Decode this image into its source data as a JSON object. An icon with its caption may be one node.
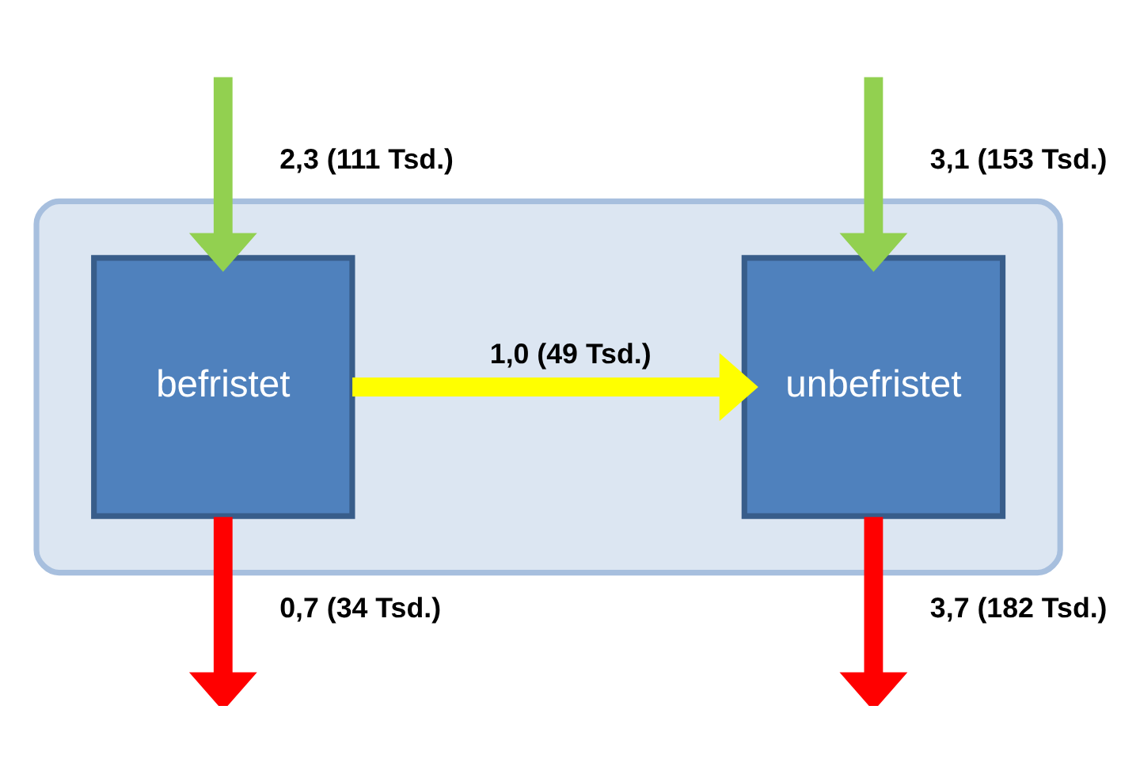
{
  "diagram": {
    "nodes": [
      {
        "text": [],
        "shape": "ellipse"
      },
      {
        "text": [
          "befristet"
        ],
        "in": 0
      },
      {
        "text": [
          "unbefristet"
        ],
        "in": 0
      }
    ],
    "edges": [
      {
        "from": null,
        "to": 1,
        "arrow": "to",
        "label": "2,3 (111 Tsd.)",
        "color": "#92d050"
      },
      {
        "from": null,
        "to": 2,
        "arrow": "to",
        "label": "3,1 (153 Tsd.)",
        "color": "#92d050"
      },
      {
        "from": 1,
        "to": 2,
        "arrow": "to",
        "label": "1,0 (49 Tsd.)",
        "color": "#ffff00"
      },
      {
        "from": 1,
        "to": null,
        "arrow": "to",
        "label": "0,7 (34 Tsd.)",
        "color": "#ff0000"
      },
      {
        "from": 2,
        "to": null,
        "arrow": "to",
        "label": "3,7 (182 Tsd.)",
        "color": "#ff0000"
      }
    ]
  }
}
